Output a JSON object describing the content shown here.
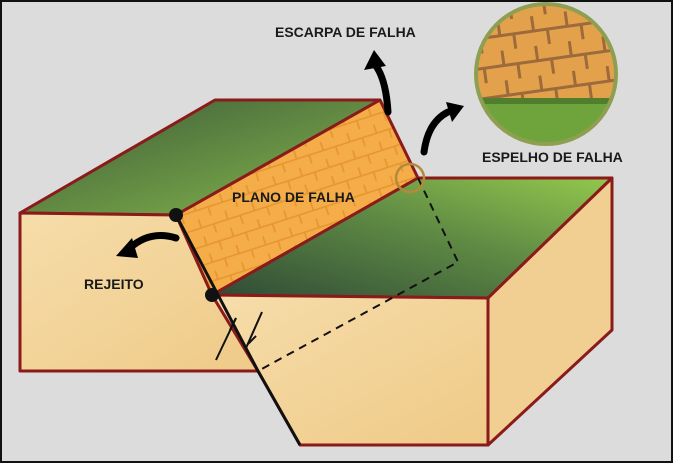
{
  "labels": {
    "escarpa": "ESCARPA DE FALHA",
    "espelho": "ESPELHO DE FALHA",
    "plano": "PLANO DE FALHA",
    "rejeito": "REJEITO"
  },
  "colors": {
    "frame_border": "#111111",
    "background": "#dcdcdc",
    "block_face": "#f3d59b",
    "block_edge": "#8b1a1a",
    "grass_dark": "#3c5a3a",
    "grass_light": "#8cc24a",
    "fault_plane": "#f2a640",
    "arrow": "#000000",
    "circle": "#b5893a"
  },
  "icons": {
    "rejeito_arrow": "curved-arrow-left",
    "escarpa_arrow": "curved-arrow-up",
    "espelho_arrow": "curved-arrow-up-right",
    "displacement_arrows": "half-arrows-opposite"
  }
}
